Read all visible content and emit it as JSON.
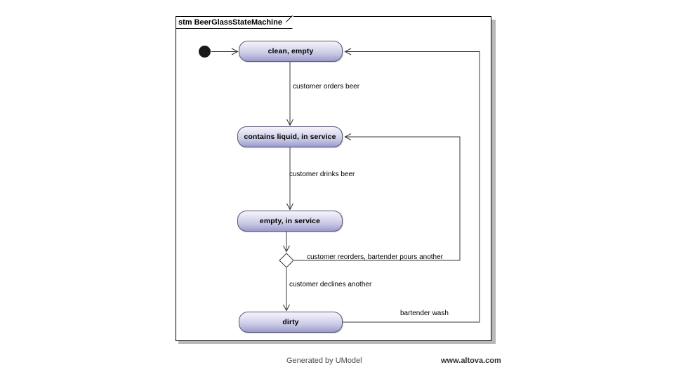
{
  "diagram": {
    "frame_label": "stm BeerGlassStateMachine",
    "type": "uml-state-machine"
  },
  "nodes": {
    "initial": {
      "name": "initial-node",
      "label": ""
    },
    "decision": {
      "name": "decision-node",
      "label": ""
    },
    "states": [
      {
        "id": "clean",
        "label": "clean, empty"
      },
      {
        "id": "liquid",
        "label": "contains liquid, in service"
      },
      {
        "id": "empty",
        "label": "empty, in service"
      },
      {
        "id": "dirty",
        "label": "dirty"
      }
    ]
  },
  "transitions": [
    {
      "id": "t1",
      "from": "initial",
      "to": "clean",
      "label": ""
    },
    {
      "id": "t2",
      "from": "clean",
      "to": "liquid",
      "label": "customer orders beer"
    },
    {
      "id": "t3",
      "from": "liquid",
      "to": "empty",
      "label": "customer drinks beer"
    },
    {
      "id": "t4",
      "from": "empty",
      "to": "decision",
      "label": ""
    },
    {
      "id": "t5",
      "from": "decision",
      "to": "liquid",
      "label": "customer reorders, bartender pours another"
    },
    {
      "id": "t6",
      "from": "decision",
      "to": "dirty",
      "label": "customer declines another"
    },
    {
      "id": "t7",
      "from": "dirty",
      "to": "clean",
      "label": "bartender wash"
    }
  ],
  "footer": {
    "generated": "Generated by UModel",
    "url": "www.altova.com"
  },
  "colors": {
    "state_fill_top": "#f4f4fb",
    "state_fill_bottom": "#9c9ccd",
    "state_border": "#555577",
    "line": "#3a3a3a",
    "frame_border": "#000000",
    "initial_node": "#1a1a1a",
    "background": "#ffffff"
  }
}
